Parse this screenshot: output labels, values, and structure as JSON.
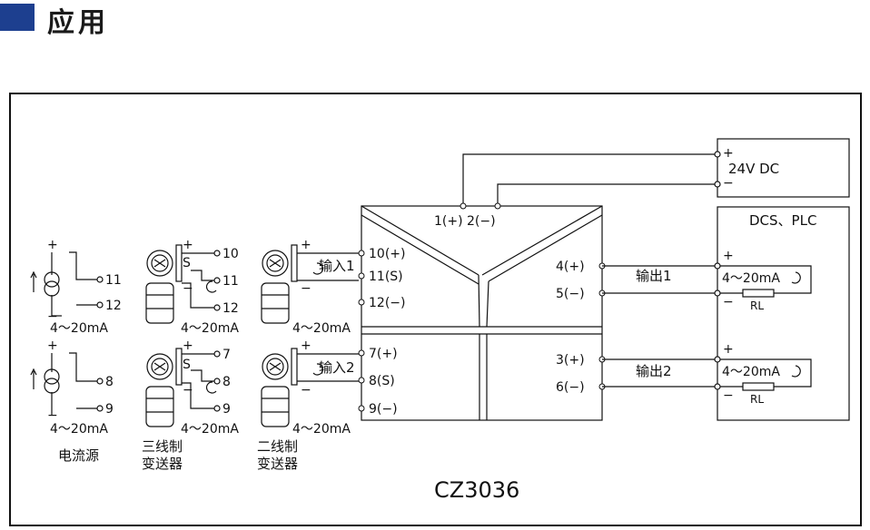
{
  "header": {
    "title": "应用",
    "accent_color": "#1d3f8f"
  },
  "device": {
    "model": "CZ3036",
    "power_label": "1(+) 2(−)",
    "in_terms": [
      "10(+)",
      "11(S)",
      "12(−)"
    ],
    "in2_terms": [
      "7(+)",
      "8(S)",
      "9(−)"
    ],
    "out1_terms": [
      "4(+)",
      "5(−)"
    ],
    "out2_terms": [
      "3(+)",
      "6(−)"
    ]
  },
  "supply": {
    "label": "24V DC",
    "plus": "+",
    "minus": "−"
  },
  "dcs": {
    "label": "DCS、PLC",
    "out1_label": "输出1",
    "out2_label": "输出2",
    "current1": "4～20mA",
    "current2": "4～20mA",
    "res1": "RL",
    "res2": "RL",
    "plus": "+",
    "minus": "−"
  },
  "sources": {
    "current_source": {
      "caption": "电流源",
      "range": "4～20mA",
      "t1": [
        "11",
        "12"
      ],
      "t2": [
        "8",
        "9"
      ]
    },
    "three_wire": {
      "caption_line1": "三线制",
      "caption_line2": "变送器",
      "range": "4～20mA",
      "t1": [
        "10",
        "11",
        "12"
      ],
      "t2": [
        "7",
        "8",
        "9"
      ],
      "s_label": "S"
    },
    "two_wire": {
      "caption_line1": "二线制",
      "caption_line2": "变送器",
      "range": "4～20mA",
      "in1_label": "输入1",
      "in2_label": "输入2"
    },
    "plus": "+",
    "minus": "−"
  }
}
